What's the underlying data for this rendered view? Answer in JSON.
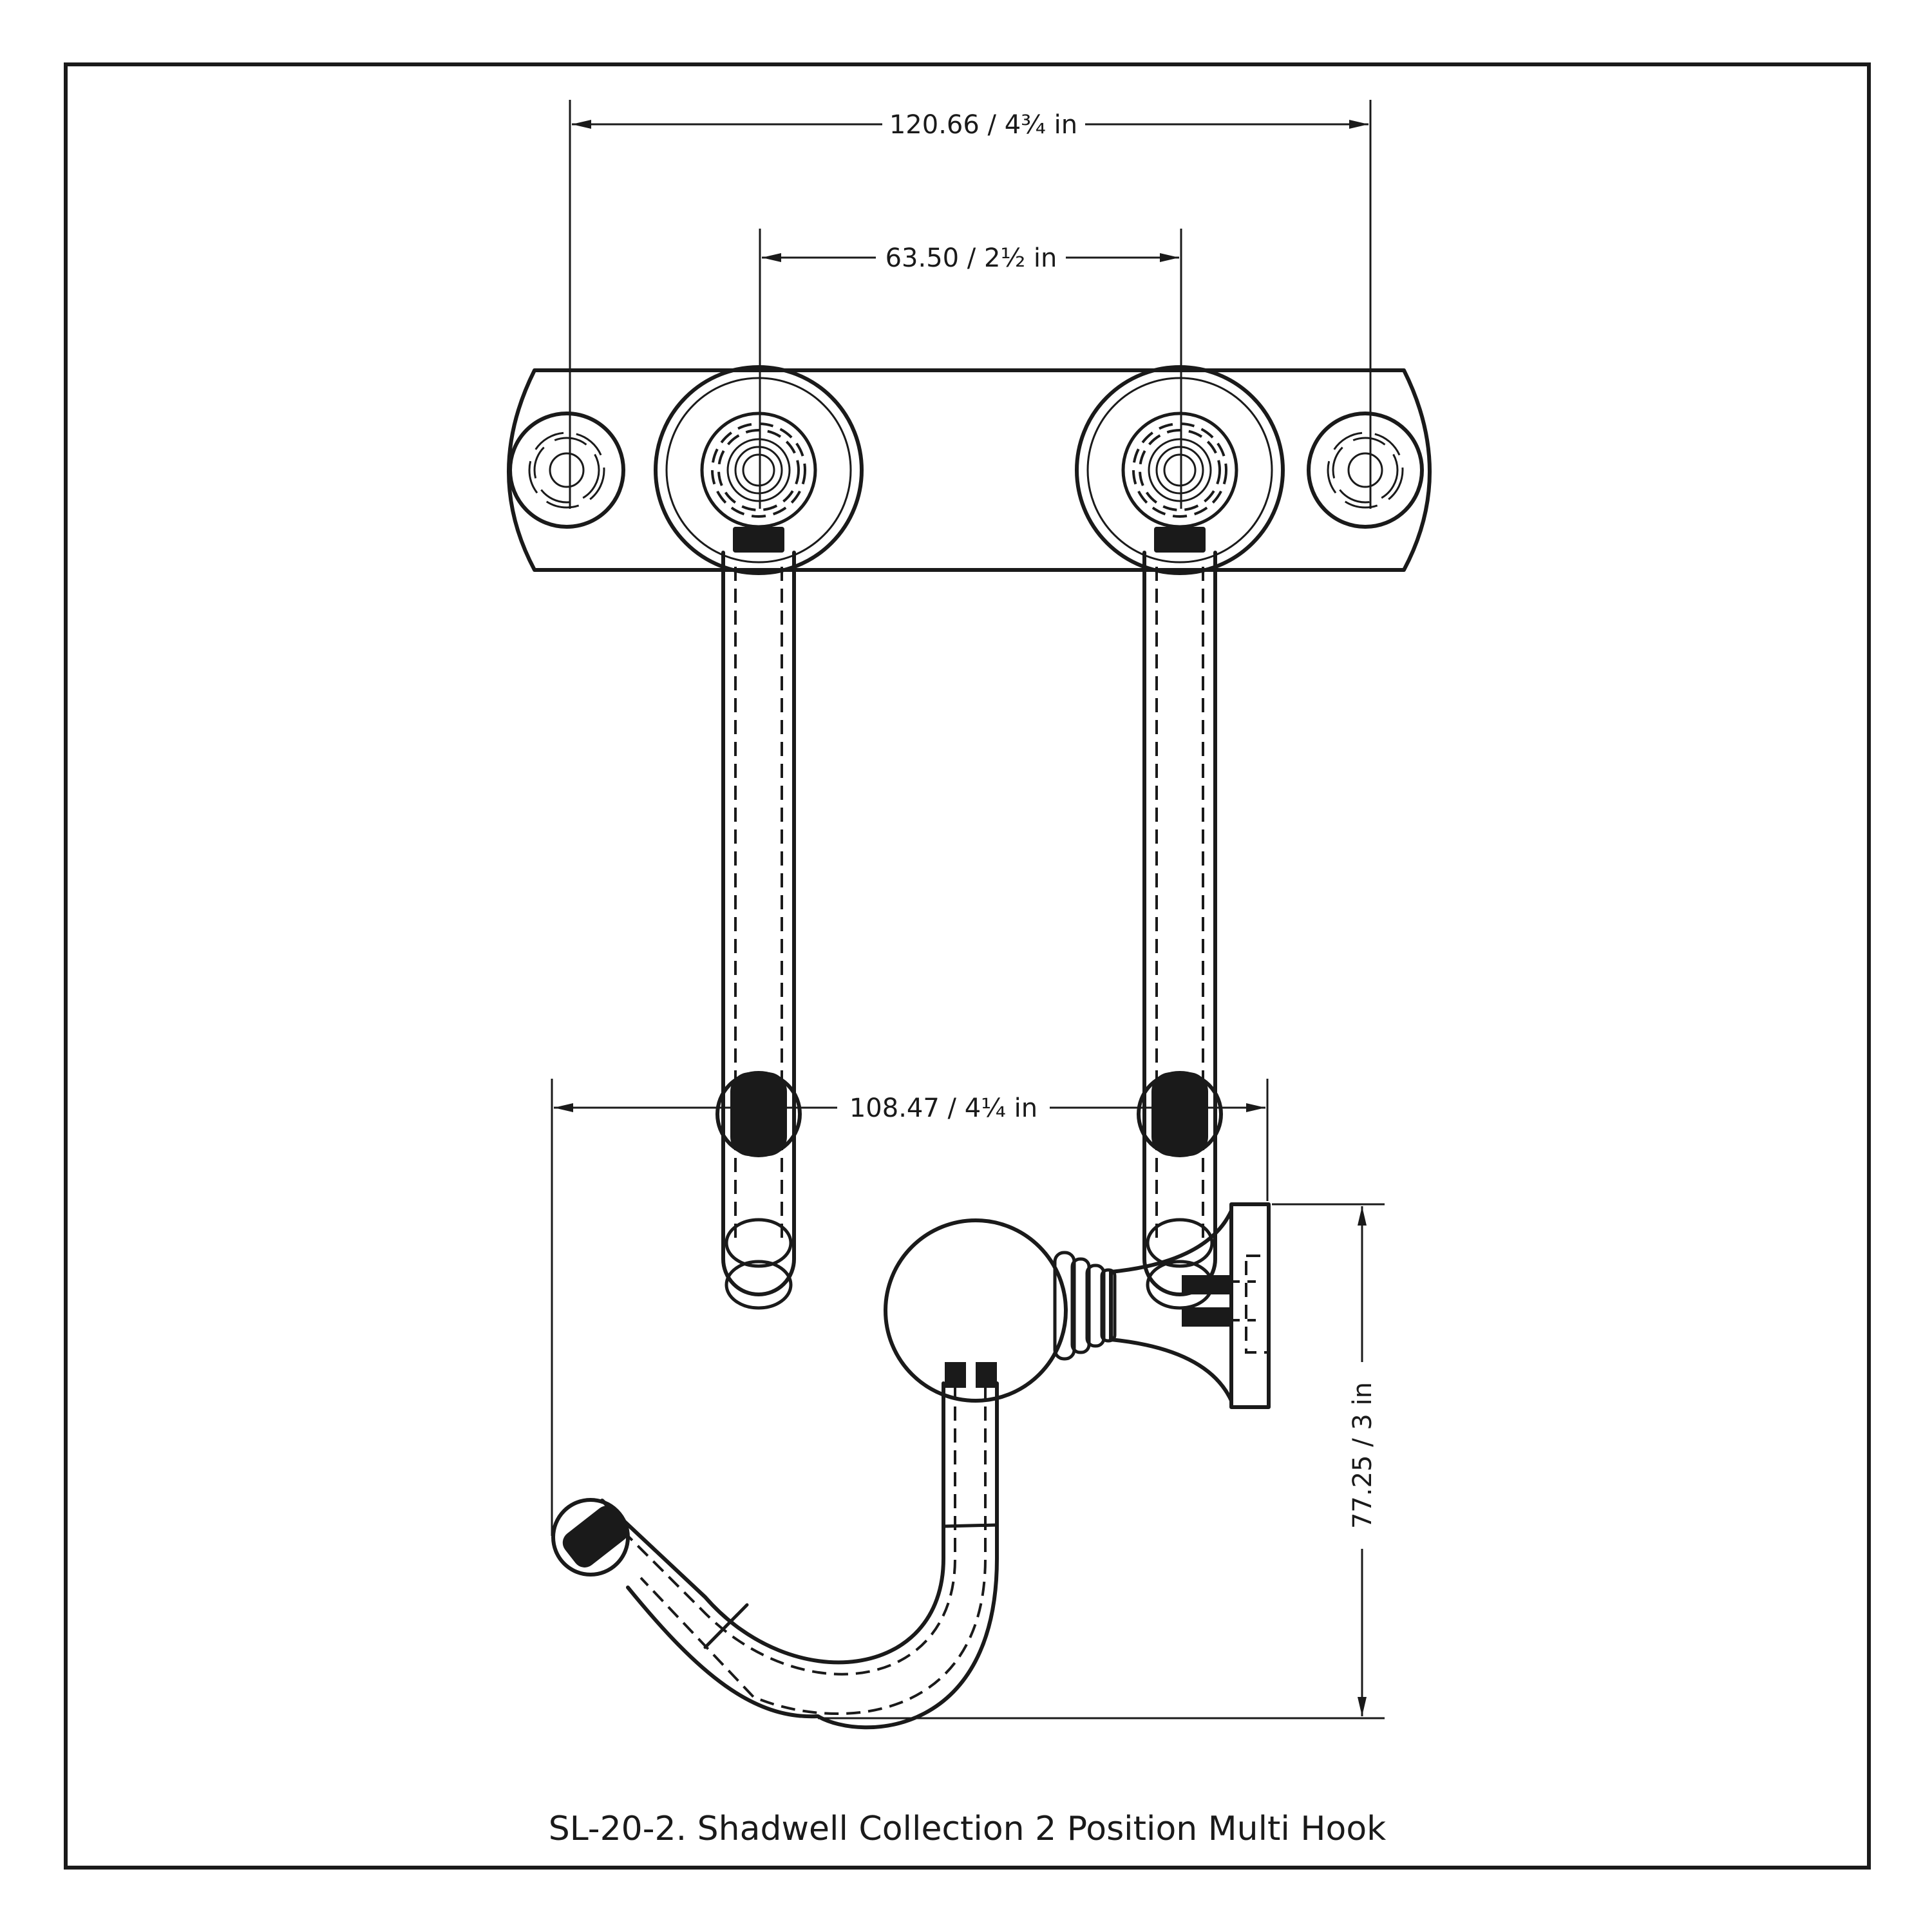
{
  "drawing": {
    "title": "SL-20-2. Shadwell Collection 2 Position Multi Hook",
    "dimensions": {
      "overall_mount_width": "120.66 / 4¾ in",
      "hook_spacing": "63.50 / 2½ in",
      "projection": "108.47 / 4¼ in",
      "height": "77.25 / 3 in"
    },
    "views": [
      "front-view",
      "side-view"
    ]
  }
}
